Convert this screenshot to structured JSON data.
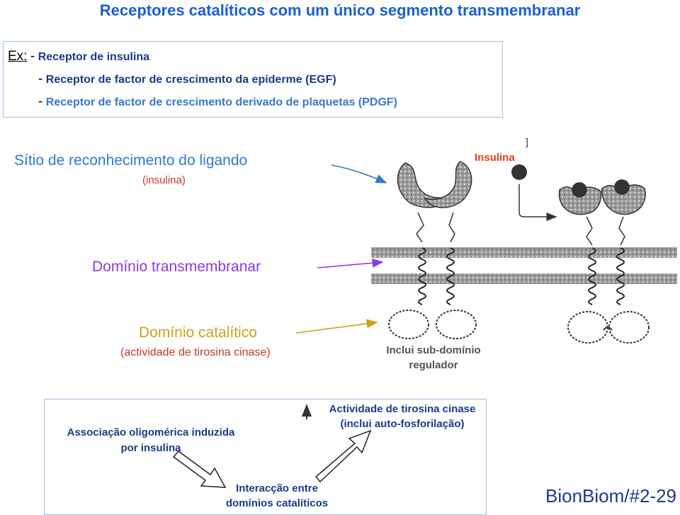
{
  "title": "Receptores catalíticos com um único segmento transmembranar",
  "examples": {
    "prefix": "Ex:",
    "dash": "-",
    "items": [
      "Receptor de insulina",
      "Receptor de factor de crescimento da epiderme (EGF)",
      "Receptor de factor de crescimento derivado de plaquetas (PDGF)"
    ]
  },
  "labels": {
    "ligand_site": "Sítio de reconhecimento do ligando",
    "ligand_site_sub": "(insulina)",
    "insulin": "Insulina",
    "transmembrane": "Domínio transmembranar",
    "catalytic": "Domínio catalítico",
    "catalytic_sub": "(actividade de tirosina cinase)",
    "subdomain_line1": "Inclui sub-domínio",
    "subdomain_line2": "regulador"
  },
  "flow": {
    "step1_line1": "Associação oligomérica induzida",
    "step1_line2": "por insulina",
    "step2_line1": "Interacção entre",
    "step2_line2": "domínios catalíticos",
    "step3_line1": "Actividade de tirosina cinase",
    "step3_line2": "(inclui auto-fosforilação)"
  },
  "footer": "BionBiom/#2-29",
  "colors": {
    "title": "#1a5fd6",
    "ligand_site": "#2f7bc4",
    "transmembrane": "#8a3be0",
    "catalytic": "#c9a21a",
    "subtext": "#c0392b",
    "insulin": "#e0401a",
    "membrane": "#7d7d7d"
  }
}
